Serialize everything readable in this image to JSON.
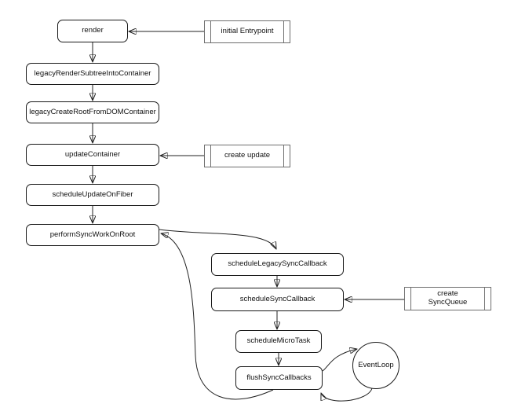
{
  "diagram": {
    "colors": {
      "background": "#ffffff",
      "node_border": "#1a1a1a",
      "subroutine_border": "#6e6e6e",
      "edge": "#222222",
      "node_fill": "#ffffff"
    },
    "nodes": {
      "render": {
        "label": "render",
        "shape": "rounded"
      },
      "legacyRenderSubtreeIntoContainer": {
        "label": "legacyRenderSubtreeIntoContainer",
        "shape": "rounded"
      },
      "legacyCreateRootFromDOMContainer": {
        "label": "legacyCreateRootFromDOMContainer",
        "shape": "rounded"
      },
      "updateContainer": {
        "label": "updateContainer",
        "shape": "rounded"
      },
      "scheduleUpdateOnFiber": {
        "label": "scheduleUpdateOnFiber",
        "shape": "rounded"
      },
      "performSyncWorkOnRoot": {
        "label": "performSyncWorkOnRoot",
        "shape": "rounded"
      },
      "scheduleLegacySyncCallback": {
        "label": "scheduleLegacySyncCallback",
        "shape": "rounded"
      },
      "scheduleSyncCallback": {
        "label": "scheduleSyncCallback",
        "shape": "rounded"
      },
      "scheduleMicroTask": {
        "label": "scheduleMicroTask",
        "shape": "rounded"
      },
      "flushSyncCallbacks": {
        "label": "flushSyncCallbacks",
        "shape": "rounded"
      },
      "eventLoop": {
        "label": "EventLoop",
        "shape": "circle"
      },
      "initialEntrypoint": {
        "label": "initial Entrypoint",
        "shape": "subroutine"
      },
      "createUpdate": {
        "label": "create update",
        "shape": "subroutine"
      },
      "createSyncQueue": {
        "label": "create\nSyncQueue",
        "shape": "subroutine"
      }
    },
    "edges": [
      {
        "from": "initial Entrypoint",
        "to": "render"
      },
      {
        "from": "render",
        "to": "legacyRenderSubtreeIntoContainer"
      },
      {
        "from": "legacyRenderSubtreeIntoContainer",
        "to": "legacyCreateRootFromDOMContainer"
      },
      {
        "from": "legacyCreateRootFromDOMContainer",
        "to": "updateContainer"
      },
      {
        "from": "create update",
        "to": "updateContainer"
      },
      {
        "from": "updateContainer",
        "to": "scheduleUpdateOnFiber"
      },
      {
        "from": "scheduleUpdateOnFiber",
        "to": "performSyncWorkOnRoot"
      },
      {
        "from": "performSyncWorkOnRoot",
        "to": "scheduleLegacySyncCallback"
      },
      {
        "from": "scheduleLegacySyncCallback",
        "to": "scheduleSyncCallback"
      },
      {
        "from": "create SyncQueue",
        "to": "scheduleSyncCallback"
      },
      {
        "from": "scheduleSyncCallback",
        "to": "scheduleMicroTask"
      },
      {
        "from": "scheduleMicroTask",
        "to": "flushSyncCallbacks"
      },
      {
        "from": "flushSyncCallbacks",
        "to": "performSyncWorkOnRoot"
      },
      {
        "from": "flushSyncCallbacks",
        "to": "EventLoop"
      },
      {
        "from": "EventLoop",
        "to": "flushSyncCallbacks"
      }
    ]
  }
}
